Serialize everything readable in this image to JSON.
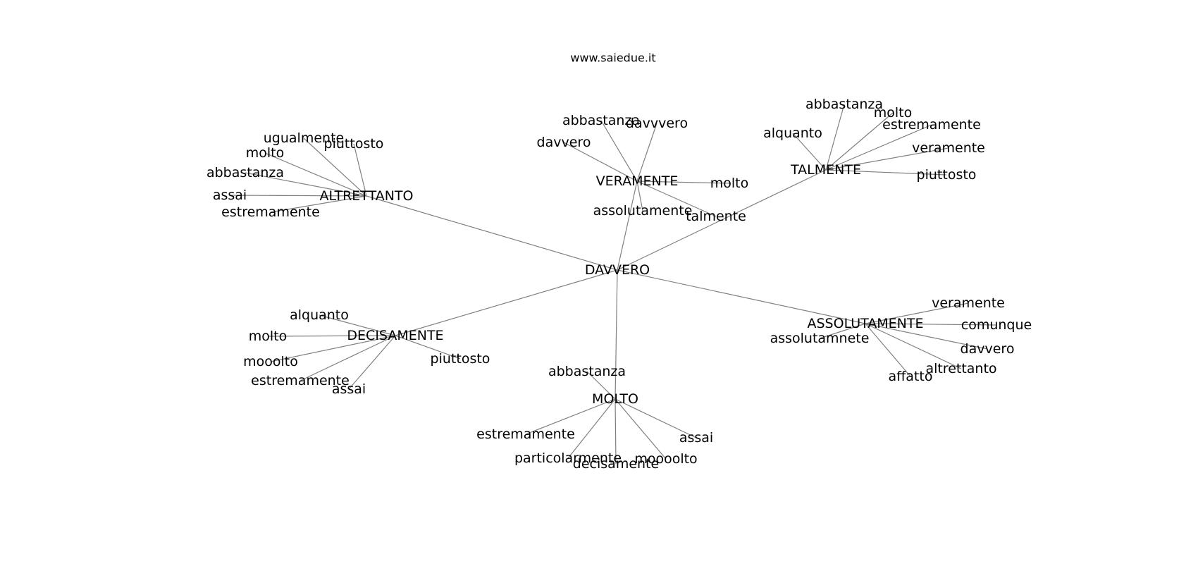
{
  "title": "www.saiedue.it",
  "colors": {
    "edge": "#808080",
    "text": "#000000",
    "background": "#ffffff"
  },
  "nodes": [
    {
      "id": "davvero_root",
      "label": "DAVVERO"
    },
    {
      "id": "altrettanto",
      "label": "ALTRETTANTO"
    },
    {
      "id": "veramente",
      "label": "VERAMENTE"
    },
    {
      "id": "talmente",
      "label": "TALMENTE"
    },
    {
      "id": "decisamente",
      "label": "DECISAMENTE"
    },
    {
      "id": "molto_hub",
      "label": "MOLTO"
    },
    {
      "id": "assolutamente",
      "label": "ASSOLUTAMENTE"
    },
    {
      "id": "alt_ugualmente",
      "label": "ugualmente"
    },
    {
      "id": "alt_piuttosto",
      "label": "piuttosto"
    },
    {
      "id": "alt_molto",
      "label": "molto"
    },
    {
      "id": "alt_abbastanza",
      "label": "abbastanza"
    },
    {
      "id": "alt_assai",
      "label": "assai"
    },
    {
      "id": "alt_estremamente",
      "label": "estremamente"
    },
    {
      "id": "ver_abbastanza",
      "label": "abbastanza"
    },
    {
      "id": "ver_davvvero",
      "label": "davvvero"
    },
    {
      "id": "ver_davvero",
      "label": "davvero"
    },
    {
      "id": "ver_molto",
      "label": "molto"
    },
    {
      "id": "ver_assolutamente",
      "label": "assolutamente"
    },
    {
      "id": "ver_talmente",
      "label": "talmente"
    },
    {
      "id": "tal_abbastanza",
      "label": "abbastanza"
    },
    {
      "id": "tal_molto",
      "label": "molto"
    },
    {
      "id": "tal_alquanto",
      "label": "alquanto"
    },
    {
      "id": "tal_estremamente",
      "label": "estremamente"
    },
    {
      "id": "tal_veramente",
      "label": "veramente"
    },
    {
      "id": "tal_piuttosto",
      "label": "piuttosto"
    },
    {
      "id": "dec_alquanto",
      "label": "alquanto"
    },
    {
      "id": "dec_molto",
      "label": "molto"
    },
    {
      "id": "dec_mooolto",
      "label": "mooolto"
    },
    {
      "id": "dec_estremamente",
      "label": "estremamente"
    },
    {
      "id": "dec_assai",
      "label": "assai"
    },
    {
      "id": "dec_piuttosto",
      "label": "piuttosto"
    },
    {
      "id": "mol_abbastanza",
      "label": "abbastanza"
    },
    {
      "id": "mol_estremamente",
      "label": "estremamente"
    },
    {
      "id": "mol_assai",
      "label": "assai"
    },
    {
      "id": "mol_particolarmente",
      "label": "particolarmente"
    },
    {
      "id": "mol_decisamente",
      "label": "decisamente"
    },
    {
      "id": "mol_moooolto",
      "label": "moooolto"
    },
    {
      "id": "ass_veramente",
      "label": "veramente"
    },
    {
      "id": "ass_comunque",
      "label": "comunque"
    },
    {
      "id": "ass_assolutamnete",
      "label": "assolutamnete"
    },
    {
      "id": "ass_davvero",
      "label": "davvero"
    },
    {
      "id": "ass_altrettanto",
      "label": "altrettanto"
    },
    {
      "id": "ass_affatto",
      "label": "affatto"
    }
  ],
  "edges": [
    [
      "davvero_root",
      "altrettanto"
    ],
    [
      "davvero_root",
      "veramente"
    ],
    [
      "davvero_root",
      "talmente"
    ],
    [
      "davvero_root",
      "decisamente"
    ],
    [
      "davvero_root",
      "molto_hub"
    ],
    [
      "davvero_root",
      "assolutamente"
    ],
    [
      "altrettanto",
      "alt_ugualmente"
    ],
    [
      "altrettanto",
      "alt_piuttosto"
    ],
    [
      "altrettanto",
      "alt_molto"
    ],
    [
      "altrettanto",
      "alt_abbastanza"
    ],
    [
      "altrettanto",
      "alt_assai"
    ],
    [
      "altrettanto",
      "alt_estremamente"
    ],
    [
      "veramente",
      "ver_abbastanza"
    ],
    [
      "veramente",
      "ver_davvvero"
    ],
    [
      "veramente",
      "ver_davvero"
    ],
    [
      "veramente",
      "ver_molto"
    ],
    [
      "veramente",
      "ver_assolutamente"
    ],
    [
      "veramente",
      "ver_talmente"
    ],
    [
      "talmente",
      "tal_abbastanza"
    ],
    [
      "talmente",
      "tal_molto"
    ],
    [
      "talmente",
      "tal_alquanto"
    ],
    [
      "talmente",
      "tal_estremamente"
    ],
    [
      "talmente",
      "tal_veramente"
    ],
    [
      "talmente",
      "tal_piuttosto"
    ],
    [
      "decisamente",
      "dec_alquanto"
    ],
    [
      "decisamente",
      "dec_molto"
    ],
    [
      "decisamente",
      "dec_mooolto"
    ],
    [
      "decisamente",
      "dec_estremamente"
    ],
    [
      "decisamente",
      "dec_assai"
    ],
    [
      "decisamente",
      "dec_piuttosto"
    ],
    [
      "molto_hub",
      "mol_abbastanza"
    ],
    [
      "molto_hub",
      "mol_estremamente"
    ],
    [
      "molto_hub",
      "mol_assai"
    ],
    [
      "molto_hub",
      "mol_particolarmente"
    ],
    [
      "molto_hub",
      "mol_decisamente"
    ],
    [
      "molto_hub",
      "mol_moooolto"
    ],
    [
      "assolutamente",
      "ass_veramente"
    ],
    [
      "assolutamente",
      "ass_comunque"
    ],
    [
      "assolutamente",
      "ass_assolutamnete"
    ],
    [
      "assolutamente",
      "ass_davvero"
    ],
    [
      "assolutamente",
      "ass_altrettanto"
    ],
    [
      "assolutamente",
      "ass_affatto"
    ]
  ]
}
